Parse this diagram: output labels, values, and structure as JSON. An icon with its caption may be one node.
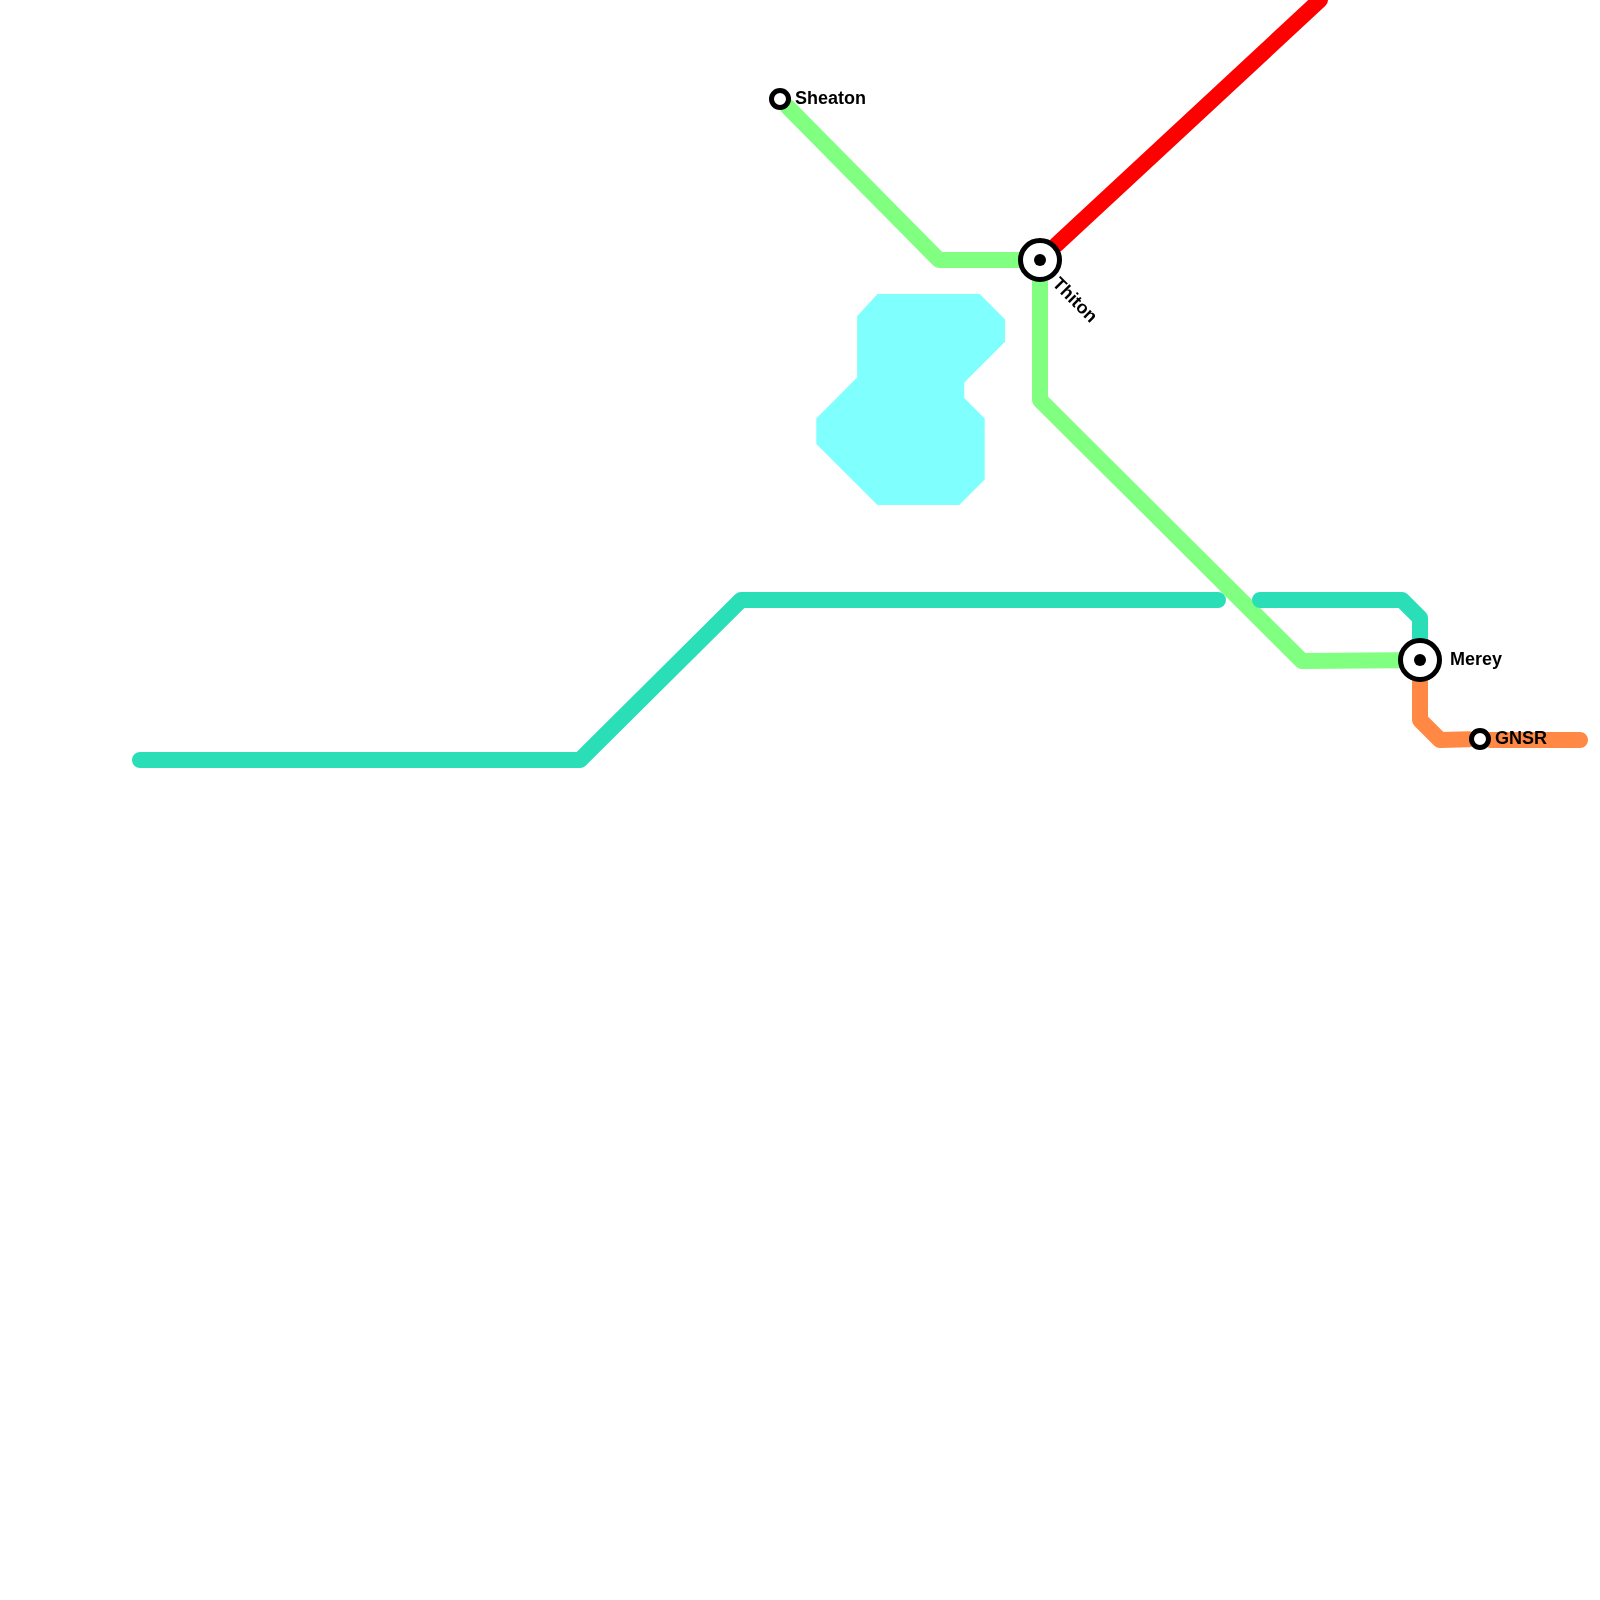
{
  "diagram": {
    "nodes": [
      {
        "text": [
          "Sheaton"
        ]
      },
      {
        "text": [
          "Thiton"
        ]
      },
      {
        "text": [
          "Merey"
        ]
      },
      {
        "text": [
          "GNSR"
        ]
      }
    ],
    "edges": [
      {
        "from": 0,
        "to": 1,
        "arrow": "none"
      },
      {
        "from": 1,
        "to": 2,
        "arrow": "none"
      },
      {
        "from": 2,
        "to": 3,
        "arrow": "none",
        "color": "#ff8844"
      },
      {
        "from": 1,
        "to": null,
        "arrow": "none",
        "color": "#ff0000"
      },
      {
        "from": null,
        "to": 2,
        "arrow": "none",
        "color": "#2adfb8"
      }
    ]
  }
}
